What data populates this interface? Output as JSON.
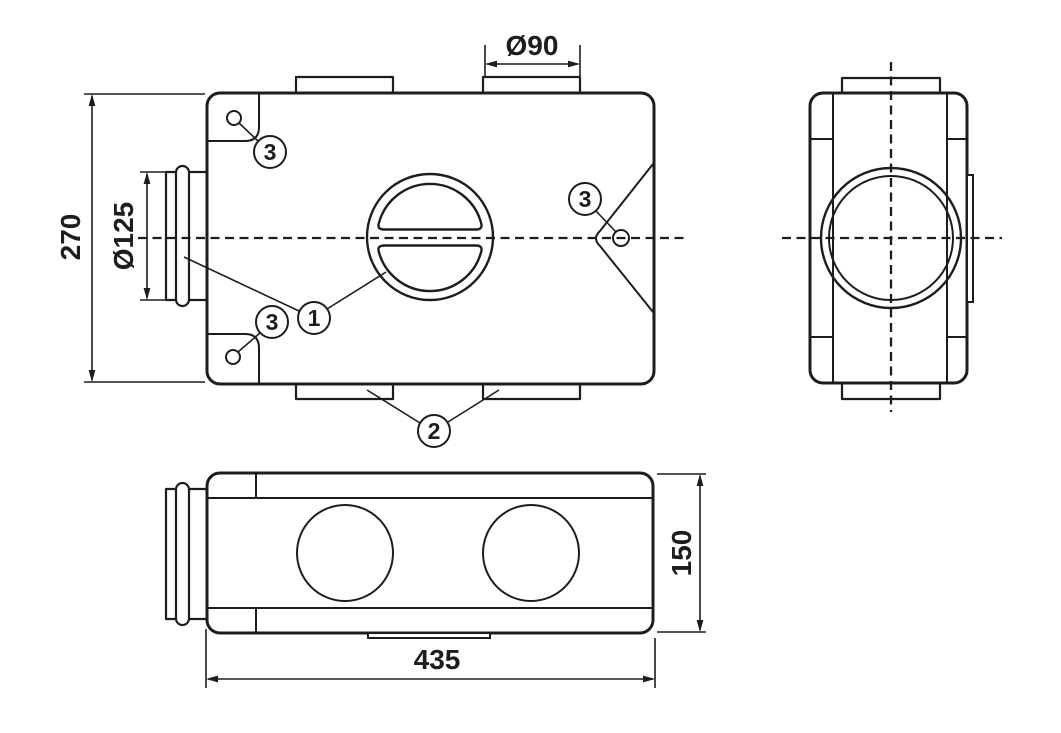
{
  "drawing": {
    "background_color": "#ffffff",
    "line_color": "#1d1d1b",
    "dimensions": {
      "front_height": "270",
      "left_spigot_diameter": "Ø125",
      "top_spigot_diameter": "Ø90",
      "body_length": "435",
      "body_depth": "150"
    },
    "callouts": {
      "item1": "1",
      "item2": "2",
      "item3": "3"
    }
  }
}
